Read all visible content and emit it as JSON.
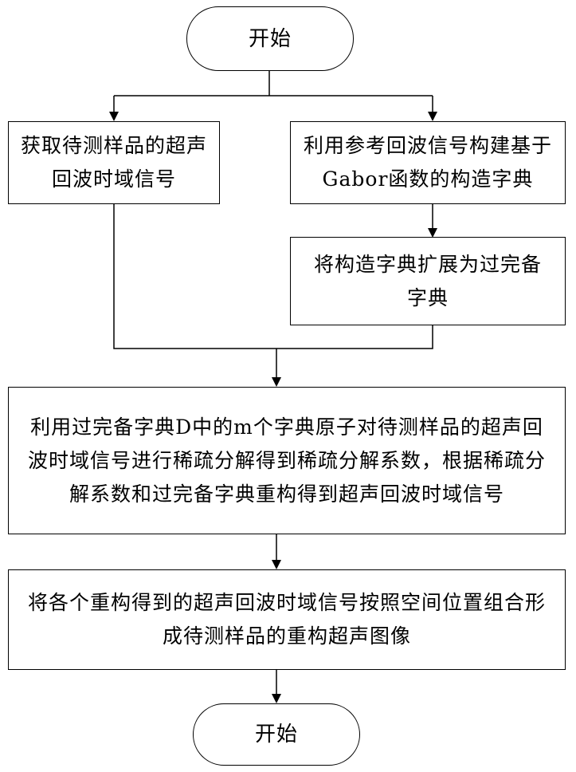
{
  "nodes": {
    "start": "开始",
    "acquire": "获取待测样品的超声回波时域信号",
    "build_dict": "利用参考回波信号构建基于Gabor函数的构造字典",
    "extend_dict": "将构造字典扩展为过完备字典",
    "decompose": "利用过完备字典D中的m个字典原子对待测样品的超声回波时域信号进行稀疏分解得到稀疏分解系数，根据稀疏分解系数和过完备字典重构得到超声回波时域信号",
    "combine": "将各个重构得到的超声回波时域信号按照空间位置组合形成待测样品的重构超声图像",
    "end": "开始"
  }
}
